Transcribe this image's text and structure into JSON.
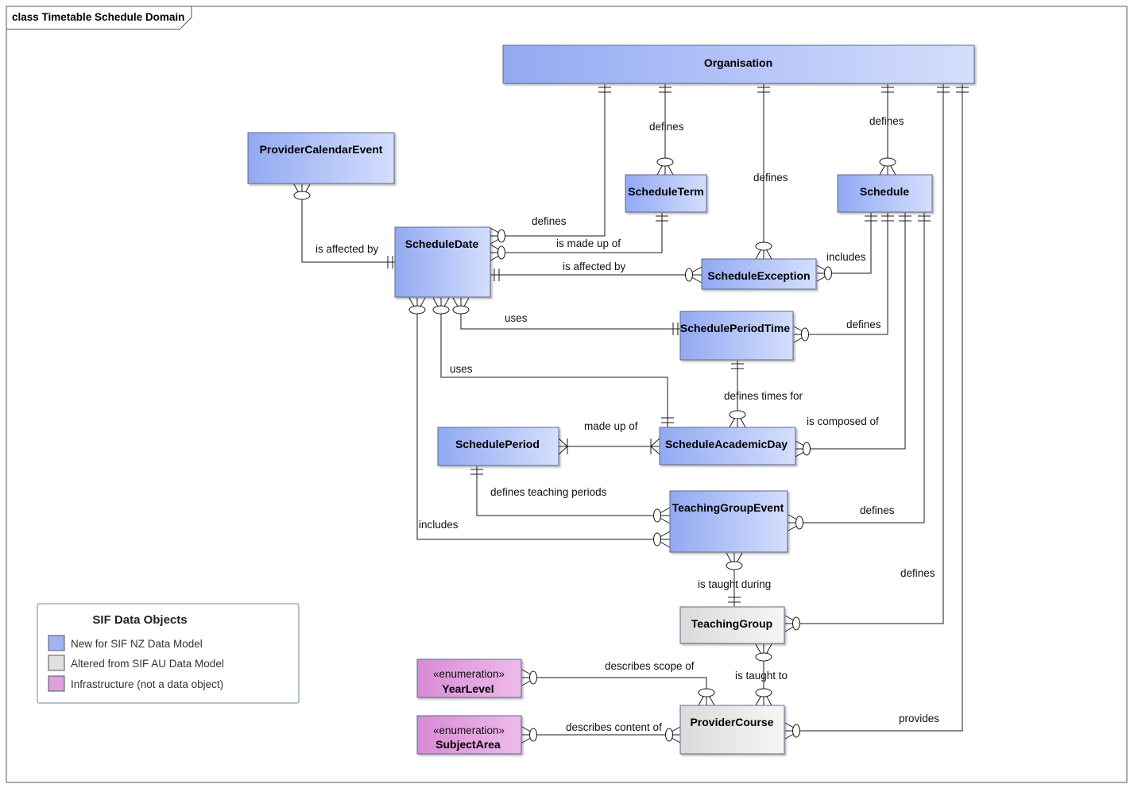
{
  "frame": {
    "title": "class Timetable Schedule Domain"
  },
  "colors": {
    "new": "#9fb4f5",
    "altered": "#e0e0e0",
    "infrastructure": "#dda0dd"
  },
  "entities": {
    "organisation": {
      "name": "Organisation",
      "kind": "new"
    },
    "provider_calendar_event": {
      "name": "ProviderCalendarEvent",
      "kind": "new"
    },
    "schedule_term": {
      "name": "ScheduleTerm",
      "kind": "new"
    },
    "schedule": {
      "name": "Schedule",
      "kind": "new"
    },
    "schedule_date": {
      "name": "ScheduleDate",
      "kind": "new"
    },
    "schedule_exception": {
      "name": "ScheduleException",
      "kind": "new"
    },
    "schedule_period_time": {
      "name": "SchedulePeriodTime",
      "kind": "new"
    },
    "schedule_period": {
      "name": "SchedulePeriod",
      "kind": "new"
    },
    "schedule_academic_day": {
      "name": "ScheduleAcademicDay",
      "kind": "new"
    },
    "teaching_group_event": {
      "name": "TeachingGroupEvent",
      "kind": "new"
    },
    "teaching_group": {
      "name": "TeachingGroup",
      "kind": "altered"
    },
    "provider_course": {
      "name": "ProviderCourse",
      "kind": "altered"
    },
    "year_level": {
      "stereotype": "«enumeration»",
      "name": "YearLevel",
      "kind": "infrastructure"
    },
    "subject_area": {
      "stereotype": "«enumeration»",
      "name": "SubjectArea",
      "kind": "infrastructure"
    }
  },
  "relationships": [
    {
      "id": "org-date",
      "label": "defines"
    },
    {
      "id": "org-term",
      "label": "defines"
    },
    {
      "id": "org-exception",
      "label": "defines"
    },
    {
      "id": "org-schedule",
      "label": "defines"
    },
    {
      "id": "term-date",
      "label": "is made up of"
    },
    {
      "id": "calendar-date",
      "label": "is affected by"
    },
    {
      "id": "date-exception",
      "label": "is affected by"
    },
    {
      "id": "schedule-exception",
      "label": "includes"
    },
    {
      "id": "date-periodtime",
      "label": "uses"
    },
    {
      "id": "schedule-periodtime",
      "label": "defines"
    },
    {
      "id": "date-academicday",
      "label": "uses"
    },
    {
      "id": "periodtime-academicday",
      "label": "defines times for"
    },
    {
      "id": "schedule-academicday",
      "label": "is composed of"
    },
    {
      "id": "academicday-period",
      "label": "made up of"
    },
    {
      "id": "period-event",
      "label": "defines teaching periods"
    },
    {
      "id": "date-event",
      "label": "includes"
    },
    {
      "id": "schedule-event",
      "label": "defines"
    },
    {
      "id": "event-group",
      "label": "is taught during"
    },
    {
      "id": "org-group",
      "label": "defines"
    },
    {
      "id": "group-course",
      "label": "is taught to"
    },
    {
      "id": "yearlevel-course",
      "label": "describes scope of"
    },
    {
      "id": "subject-course",
      "label": "describes content of"
    },
    {
      "id": "org-course",
      "label": "provides"
    }
  ],
  "legend": {
    "title": "SIF Data Objects",
    "items": [
      {
        "label": "New for SIF NZ Data Model",
        "color": "#9fb4f5"
      },
      {
        "label": "Altered from SIF AU Data Model",
        "color": "#e0e0e0"
      },
      {
        "label": "Infrastructure (not a data object)",
        "color": "#dda0dd"
      }
    ]
  }
}
